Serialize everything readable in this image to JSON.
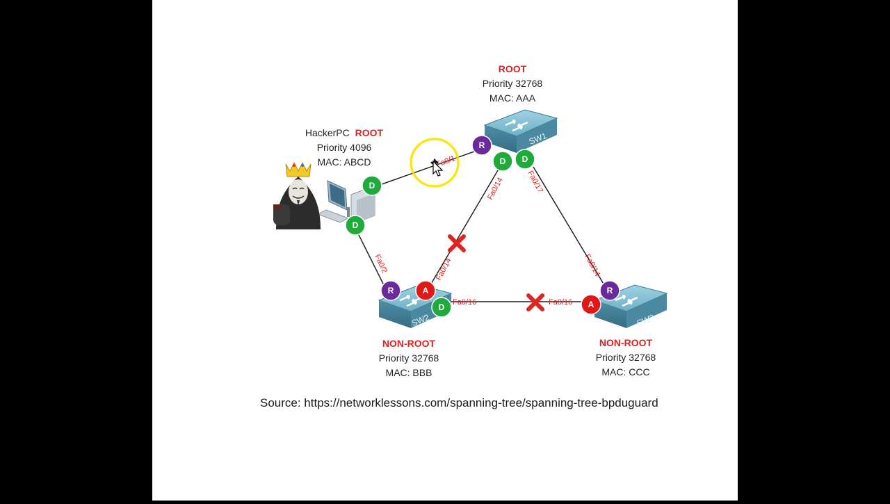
{
  "colors": {
    "accent_red": "#e02020",
    "designated_green": "#1faa3c",
    "root_purple": "#6a2a9c",
    "alternate_red": "#e01818",
    "switch_blue": "#5d9bb2",
    "cursor_ring": "#f5e400"
  },
  "devices": {
    "sw1": {
      "name": "SW1",
      "role": "ROOT",
      "priority": "Priority 32768",
      "mac": "MAC: AAA"
    },
    "sw2": {
      "name": "SW2",
      "role": "NON-ROOT",
      "priority": "Priority 32768",
      "mac": "MAC: BBB"
    },
    "sw3": {
      "name": "SW3",
      "role": "NON-ROOT",
      "priority": "Priority 32768",
      "mac": "MAC: CCC"
    },
    "hacker": {
      "name": "HackerPC",
      "role": "ROOT",
      "priority": "Priority 4096",
      "mac": "MAC: ABCD"
    }
  },
  "ports": {
    "sw1_hacker": "Fa0/1",
    "sw1_sw2": "Fa0/14",
    "sw1_sw3": "Fa0/17",
    "sw2_hacker": "Fa0/2",
    "sw2_sw1": "Fa0/14",
    "sw2_sw3": "Fa0/16",
    "sw3_sw2": "Fa0/16",
    "sw3_sw1": "Fa0/14"
  },
  "badges": {
    "designated": "D",
    "root": "R",
    "alternate": "A"
  },
  "icons": {
    "switch": "switch-icon",
    "pc": "computer-icon",
    "hacker": "hacker-avatar-icon",
    "blocked": "blocked-x-icon",
    "cursor": "move-cursor-icon"
  },
  "source": "Source: https://networklessons.com/spanning-tree/spanning-tree-bpduguard"
}
